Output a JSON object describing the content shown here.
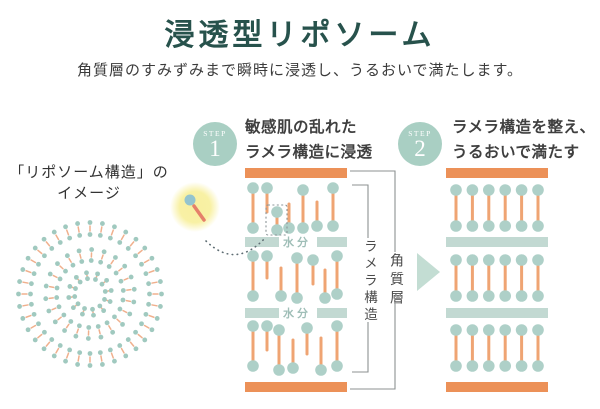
{
  "header": {
    "title": "浸透型リポソーム",
    "subtitle": "角質層のすみずみまで瞬時に浸透し、うるおいで満たします。"
  },
  "liposome_label": {
    "line1": "「リポソーム構造」の",
    "line2": "イメージ"
  },
  "steps": [
    {
      "badge": "STEP",
      "number": "1",
      "line1": "敏感肌の乱れた",
      "line2": "ラメラ構造に浸透"
    },
    {
      "badge": "STEP",
      "number": "2",
      "line1": "ラメラ構造を整え、",
      "line2": "うるおいで満たす"
    }
  ],
  "diagram": {
    "water_label": "水分",
    "lamella_label": "ラメラ構造",
    "stratum_label": "角質層"
  },
  "colors": {
    "title_teal": "#27524c",
    "step_circle_mint": "#a9cfc3",
    "bar_orange": "#ec9158",
    "bar_teal": "#c2d9d2",
    "lipid_head_teal": "#aed0c8",
    "lipid_tail_orange": "#efa473",
    "ring_head_teal": "#a0c9bf",
    "ring_tail_orange": "#f0b08d",
    "highlight_yellow": "#f8f0a0",
    "bracket_gray": "#8d9292",
    "flow_arrow_mint": "#c3ddd3"
  },
  "icons": {
    "step_badge": "numbered-circle",
    "flow_arrow": "right-triangle",
    "penetration_path": "dotted-curve",
    "focus_box": "dashed-rectangle"
  }
}
